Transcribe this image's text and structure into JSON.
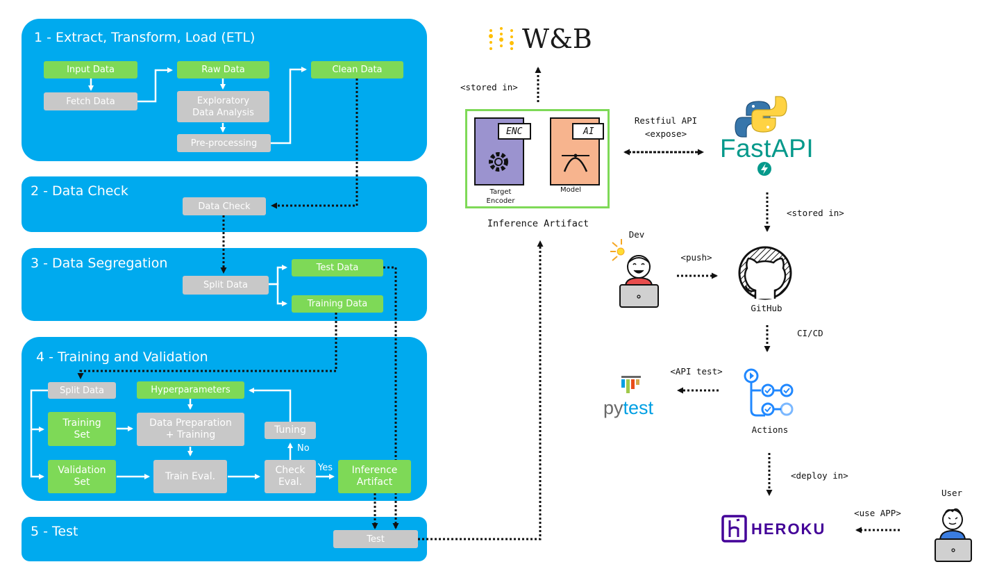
{
  "colors": {
    "panel": "#00aaee",
    "green_box": "#7ed957",
    "grey_box": "#c8c8c8",
    "fastapi": "#05998b",
    "heroku": "#430098",
    "github_actions": "#2088ff",
    "wandb": "#ffbe00"
  },
  "stages": {
    "etl": {
      "title": "1 - Extract, Transform, Load (ETL)",
      "input_data": "Input Data",
      "fetch_data": "Fetch Data",
      "raw_data": "Raw Data",
      "eda": "Exploratory\nData Analysis",
      "preprocessing": "Pre-processing",
      "clean_data": "Clean Data"
    },
    "check": {
      "title": "2 - Data Check",
      "data_check": "Data Check"
    },
    "segregation": {
      "title": "3 - Data Segregation",
      "split_data": "Split Data",
      "test_data": "Test Data",
      "training_data": "Training Data"
    },
    "training": {
      "title": "4 - Training and Validation",
      "split_data": "Split Data",
      "hyperparameters": "Hyperparameters",
      "training_set": "Training\nSet",
      "data_prep": "Data Preparation\n+ Training",
      "tuning": "Tuning",
      "no_label": "No",
      "validation_set": "Validation\nSet",
      "train_eval": "Train Eval.",
      "check_eval": "Check\nEval.",
      "yes_label": "Yes",
      "inference_artifact": "Inference\nArtifact"
    },
    "test": {
      "title": "5 - Test",
      "test_box": "Test"
    }
  },
  "deployment": {
    "wandb_logo": "W&B",
    "stored_in_wandb": "<stored in>",
    "artifact": {
      "enc_tag": "ENC",
      "ai_tag": "AI",
      "encoder_caption": "Target\nEncoder",
      "model_caption": "Model",
      "label": "Inference Artifact"
    },
    "restful_api": "Restfiul API",
    "expose": "<expose>",
    "fastapi_logo": "FastAPI",
    "stored_in_github": "<stored in>",
    "dev_label": "Dev",
    "push": "<push>",
    "github_label": "GitHub",
    "cicd": "CI/CD",
    "api_test": "<API test>",
    "pytest_py": "py",
    "pytest_test": "test",
    "actions_label": "Actions",
    "deploy_in": "<deploy in>",
    "heroku_logo": "HEROKU",
    "use_app": "<use APP>",
    "user_label": "User"
  }
}
